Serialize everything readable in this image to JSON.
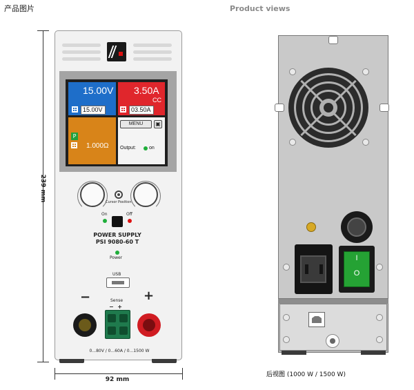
{
  "headings": {
    "left": "产品图片",
    "right": "Product views"
  },
  "dimensions": {
    "height": "239 mm",
    "width": "92 mm"
  },
  "display": {
    "voltage_actual": "15.00V",
    "voltage_set": "15.00V",
    "current_actual": "3.50A",
    "current_mode": "CC",
    "current_set": "03.50A",
    "resistance_badge": "P",
    "resistance_value": "1.000Ω",
    "menu_label": "MENU",
    "output_label": "Output:",
    "output_state": "on"
  },
  "front_panel": {
    "knob_caption": "Cursor Position",
    "on_label": "On",
    "off_label": "Off",
    "model_line1": "POWER SUPPLY",
    "model_line2": "PSI 9080-60 T",
    "power_label": "Power",
    "usb_label": "USB",
    "minus_sign": "−",
    "plus_sign": "+",
    "sense_label": "Sense",
    "sense_signs": "−  +",
    "ratings": "0...80V / 0...60A / 0...1500 W"
  },
  "rear_panel": {
    "switch_on": "I",
    "switch_off": "O",
    "caption": "后视图 (1000 W / 1500 W)"
  },
  "colors": {
    "voltage_tile": "#1e6ec9",
    "current_tile": "#e0262c",
    "resistance_tile": "#d88419",
    "mains_switch": "#25a234",
    "sense_block": "#1f7a4d"
  }
}
